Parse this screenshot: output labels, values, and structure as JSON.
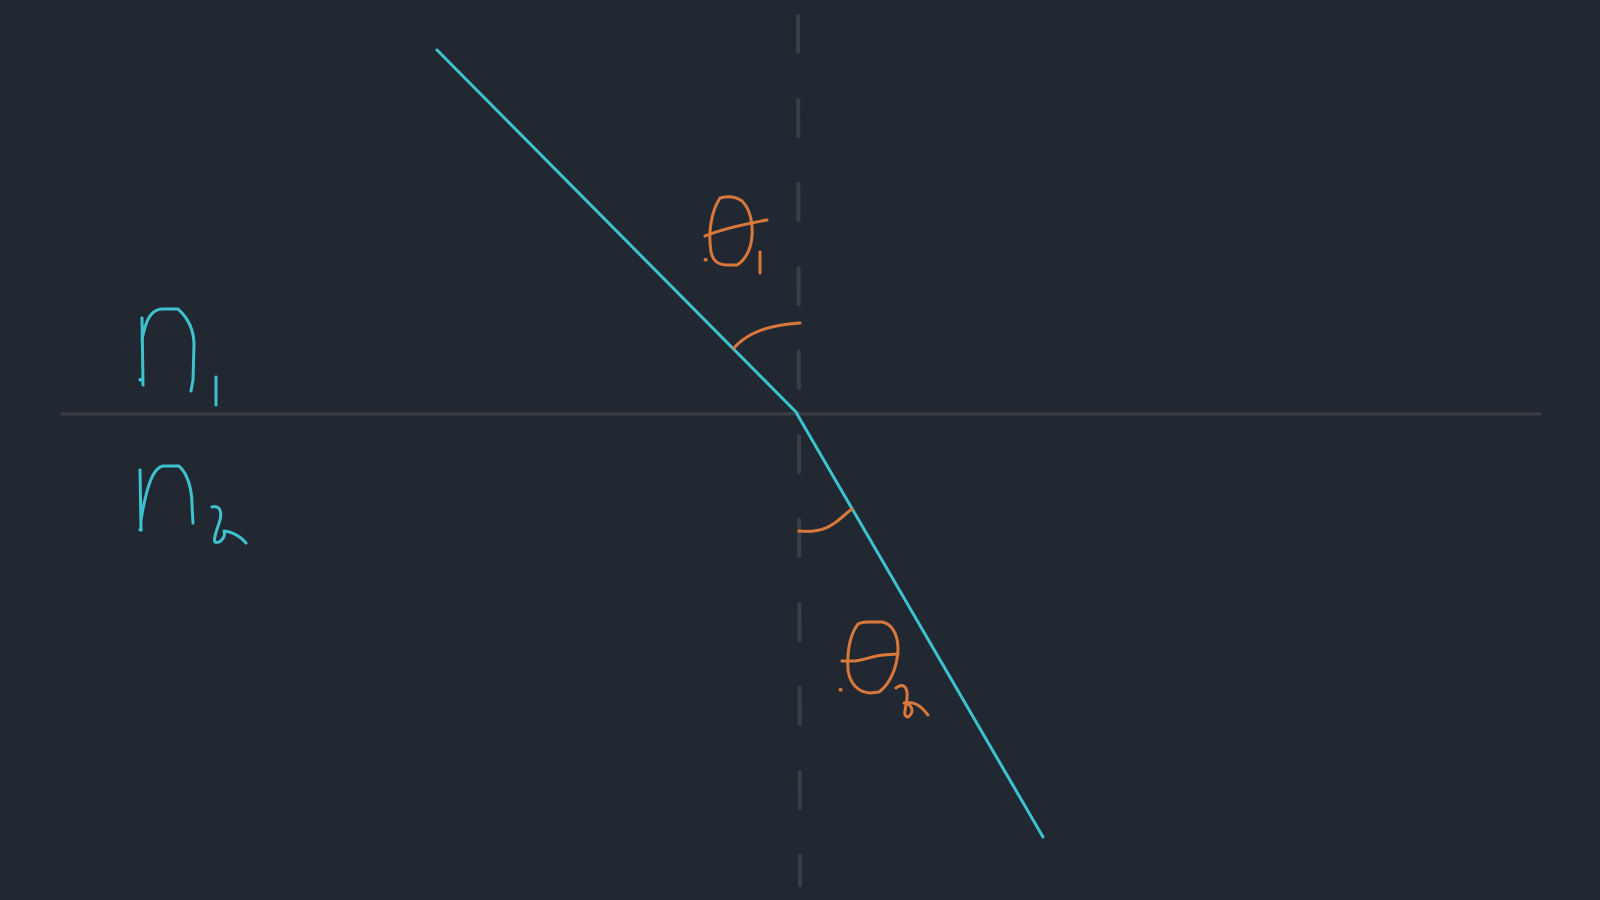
{
  "diagram": {
    "labels": {
      "medium_upper": "n1",
      "medium_lower": "n2",
      "angle_incidence": "θ1",
      "angle_refraction": "θ2"
    },
    "colors": {
      "background": "#222831",
      "ray": "#3cc3cf",
      "angle_mark": "#d9783a",
      "interface": "#3a3f47",
      "normal": "#3a3f47"
    }
  }
}
